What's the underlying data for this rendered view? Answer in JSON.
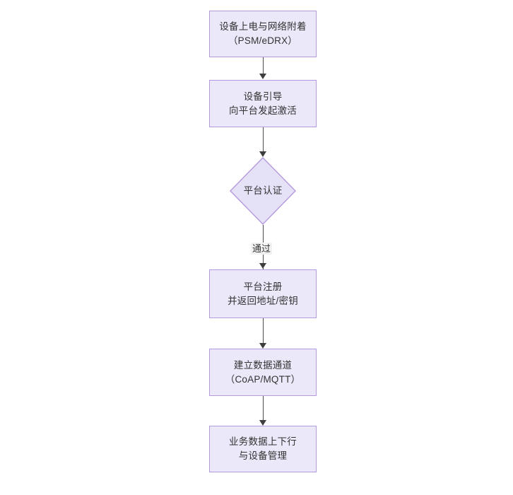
{
  "diagram": {
    "type": "flowchart",
    "orientation": "top-to-bottom",
    "background_color": "#ffffff",
    "node_fill_color": "#ebe8f9",
    "node_border_color": "#b49add",
    "node_text_color": "#333333",
    "edge_color": "#4d4d4d",
    "nodes": [
      {
        "id": "n1",
        "shape": "rectangle",
        "label": "设备上电与网络附着\n（PSM/eDRX）"
      },
      {
        "id": "n2",
        "shape": "rectangle",
        "label": "设备引导\n向平台发起激活"
      },
      {
        "id": "n3",
        "shape": "diamond",
        "label": "平台认证"
      },
      {
        "id": "n4",
        "shape": "rectangle",
        "label": "平台注册\n并返回地址/密钥"
      },
      {
        "id": "n5",
        "shape": "rectangle",
        "label": "建立数据通道\n（CoAP/MQTT）"
      },
      {
        "id": "n6",
        "shape": "rectangle",
        "label": "业务数据上下行\n与设备管理"
      }
    ],
    "edges": [
      {
        "id": "e1",
        "from": "n1",
        "to": "n2",
        "label": ""
      },
      {
        "id": "e2",
        "from": "n2",
        "to": "n3",
        "label": ""
      },
      {
        "id": "e3",
        "from": "n3",
        "to": "n4",
        "label": "通过"
      },
      {
        "id": "e4",
        "from": "n4",
        "to": "n5",
        "label": ""
      },
      {
        "id": "e5",
        "from": "n5",
        "to": "n6",
        "label": ""
      }
    ]
  }
}
